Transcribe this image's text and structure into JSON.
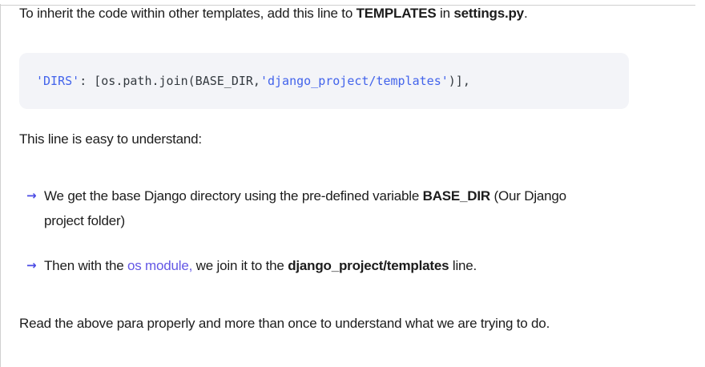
{
  "colors": {
    "text": "#1c1c1c",
    "code_background": "#f3f4f8",
    "code_text": "#343a40",
    "code_string": "#4263eb",
    "link": "#6357e5",
    "bullet_arrow": "#4b4be4",
    "divider": "#d0d0d0",
    "page_background": "#ffffff"
  },
  "content": {
    "intro": {
      "segments": [
        {
          "text": "To inherit the code within other templates, add this line to "
        },
        {
          "text": "TEMPLATES",
          "bold": true
        },
        {
          "text": " in "
        },
        {
          "text": "settings.py",
          "bold": true
        },
        {
          "text": "."
        }
      ]
    },
    "code_block": {
      "segments": [
        {
          "text": "'DIRS'",
          "token": "string"
        },
        {
          "text": ": [os.path.join(BASE_DIR,",
          "token": "plain"
        },
        {
          "text": "'django_project/templates'",
          "token": "string"
        },
        {
          "text": ")],",
          "token": "plain"
        }
      ]
    },
    "subheading": "This line is easy to understand:",
    "bullets": {
      "marker": "→",
      "items": [
        {
          "segments": [
            {
              "text": "We get the base Django directory using the pre-defined variable "
            },
            {
              "text": "BASE_DIR",
              "bold": true
            },
            {
              "text": " (Our Django project folder)"
            }
          ]
        },
        {
          "segments": [
            {
              "text": "Then with the "
            },
            {
              "text": "os module,",
              "link": true
            },
            {
              "text": " we join it to the "
            },
            {
              "text": "django_project/templates",
              "bold": true
            },
            {
              "text": " line."
            }
          ]
        }
      ]
    },
    "outro": "Read the above para properly and more than once to understand what we are trying to do."
  }
}
